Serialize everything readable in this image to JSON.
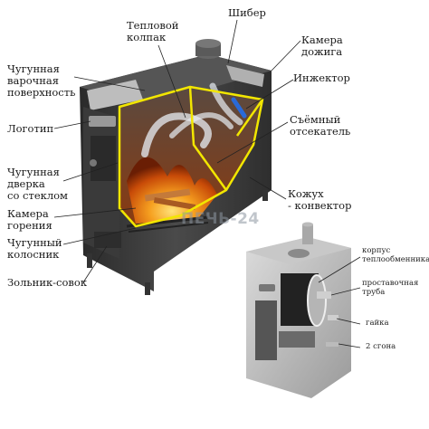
{
  "labels": {
    "heat_cap": "Тепловой\nколпак",
    "damper": "Шибер",
    "afterburn_chamber": "Камера\nдожига",
    "injector": "Инжектор",
    "removable_cutter": "Съёмный\nотсекатель",
    "casing_convector": "Кожух\n- конвектор",
    "cast_iron_cooktop": "Чугунная\nварочная\nповерхность",
    "logo": "Логотип",
    "cast_iron_door_glass": "Чугунная\nдверка\nсо стеклом",
    "combustion_chamber": "Камера\nгорения",
    "cast_iron_grate": "Чугунный\nколосник",
    "ash_drawer": "Зольник-совок",
    "heat_exchanger_body": "корпус\nтеплообменника",
    "spacer_pipe": "проставочная\nтруба",
    "nut": "гайка",
    "two_nipples": "2 сгона"
  },
  "watermark": "ПЕЧЬ-24",
  "colors": {
    "outline": "#f2e600",
    "body_dark": "#3b3b3b",
    "fire": "#f07a10",
    "leader": "#222222"
  }
}
